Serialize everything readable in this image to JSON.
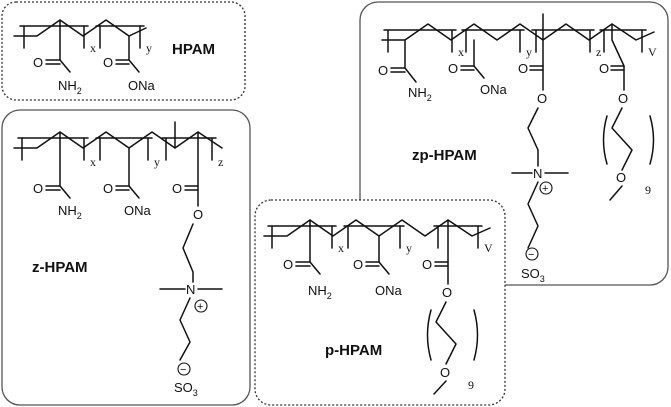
{
  "polymers": {
    "hpam": {
      "name": "HPAM",
      "repeat_units": [
        "x",
        "y"
      ],
      "groups": {
        "amide": "O",
        "amide_n": "NH",
        "amide_n_sub": "2",
        "carboxyl_o": "O",
        "carboxyl_salt": "ONa"
      }
    },
    "z_hpam": {
      "name": "z-HPAM",
      "repeat_units": [
        "x",
        "y",
        "z"
      ],
      "groups": {
        "amide": "O",
        "amide_n": "NH",
        "amide_n_sub": "2",
        "carboxyl_o": "O",
        "carboxyl_salt": "ONa",
        "ester_o1": "O",
        "ester_o2": "O",
        "nitrogen": "N",
        "positive": "+",
        "negative": "−",
        "sulfonate": "SO",
        "sulfonate_sub": "3"
      }
    },
    "p_hpam": {
      "name": "p-HPAM",
      "repeat_units": [
        "x",
        "y",
        "V"
      ],
      "groups": {
        "amide": "O",
        "amide_n": "NH",
        "amide_n_sub": "2",
        "carboxyl_o": "O",
        "carboxyl_salt": "ONa",
        "ester_o1": "O",
        "ester_o2": "O",
        "peg_o": "O",
        "peg_repeat": "9"
      }
    },
    "zp_hpam": {
      "name": "zp-HPAM",
      "repeat_units": [
        "x",
        "y",
        "z",
        "V"
      ],
      "groups": {
        "amide": "O",
        "amide_n": "NH",
        "amide_n_sub": "2",
        "carboxyl_o": "O",
        "carboxyl_salt": "ONa",
        "ester_o1": "O",
        "ester_o2": "O",
        "nitrogen": "N",
        "positive": "+",
        "negative": "−",
        "sulfonate": "SO",
        "sulfonate_sub": "3",
        "peg_ester_o1": "O",
        "peg_ester_o2": "O",
        "peg_o": "O",
        "peg_repeat": "9"
      }
    }
  }
}
